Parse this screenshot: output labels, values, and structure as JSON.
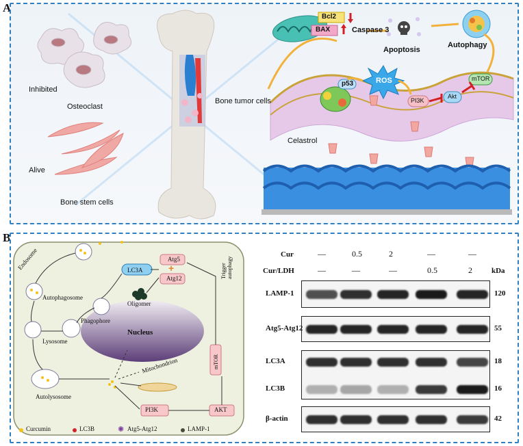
{
  "panelA": {
    "label": "A",
    "inhibited": "Inhibited",
    "osteoclast": "Osteoclast",
    "alive": "Alive",
    "bone_stem_cells": "Bone stem cells",
    "bone_tumor_cells": "Bone tumor cells",
    "celastrol": "Celastrol",
    "bcl2": "Bcl2",
    "bax": "BAX",
    "caspase3": "Caspase 3",
    "apoptosis": "Apoptosis",
    "autophagy": "Autophagy",
    "p53": "p53",
    "ros": "ROS",
    "pi3k": "PI3K",
    "akt": "Akt",
    "mtor": "mTOR"
  },
  "panelB": {
    "label": "B",
    "schematic": {
      "endosome": "Endosome",
      "autophagosome": "Autophagosome",
      "phagophore": "Phagophore",
      "lysosome": "Lysosome",
      "autolysosome": "Autolysosome",
      "nucleus": "Nucleus",
      "mitochondrion": "Mitochondrion",
      "lc3a": "LC3A",
      "atg5": "Atg5",
      "atg12": "Atg12",
      "oligomer": "Oligomer",
      "trigger_autophagy": "Trigger autophagy",
      "mtor": "mTOR",
      "pi3k": "PI3K",
      "akt": "AKT",
      "legend": [
        {
          "label": "Curcumin",
          "color": "#f2c21a"
        },
        {
          "label": "LC3B",
          "color": "#d0242a"
        },
        {
          "label": "Atg5-Atg12",
          "color": "#7a3ca0"
        },
        {
          "label": "LAMP-1",
          "color": "#4a4a3a"
        }
      ]
    },
    "western_blot": {
      "cur_label": "Cur",
      "cur_ldh_label": "Cur/LDH",
      "kda_label": "kDa",
      "cur_values": [
        "—",
        "0.5",
        "2",
        "—",
        "—"
      ],
      "cur_ldh_values": [
        "—",
        "—",
        "—",
        "0.5",
        "2"
      ],
      "rows": [
        {
          "name": "LAMP-1",
          "kda": "120",
          "intensity": [
            0.7,
            0.85,
            0.9,
            0.95,
            0.9
          ]
        },
        {
          "name": "Atg5-Atg12",
          "kda": "55",
          "intensity": [
            0.9,
            0.9,
            0.9,
            0.9,
            0.9
          ]
        },
        {
          "name": "LC3A",
          "kda": "18",
          "intensity": [
            0.85,
            0.85,
            0.85,
            0.85,
            0.75
          ]
        },
        {
          "name": "LC3B",
          "kda": "16",
          "intensity": [
            0.25,
            0.3,
            0.25,
            0.8,
            0.95
          ]
        },
        {
          "name": "β-actin",
          "kda": "42",
          "intensity": [
            0.85,
            0.85,
            0.85,
            0.85,
            0.8
          ]
        }
      ]
    }
  }
}
